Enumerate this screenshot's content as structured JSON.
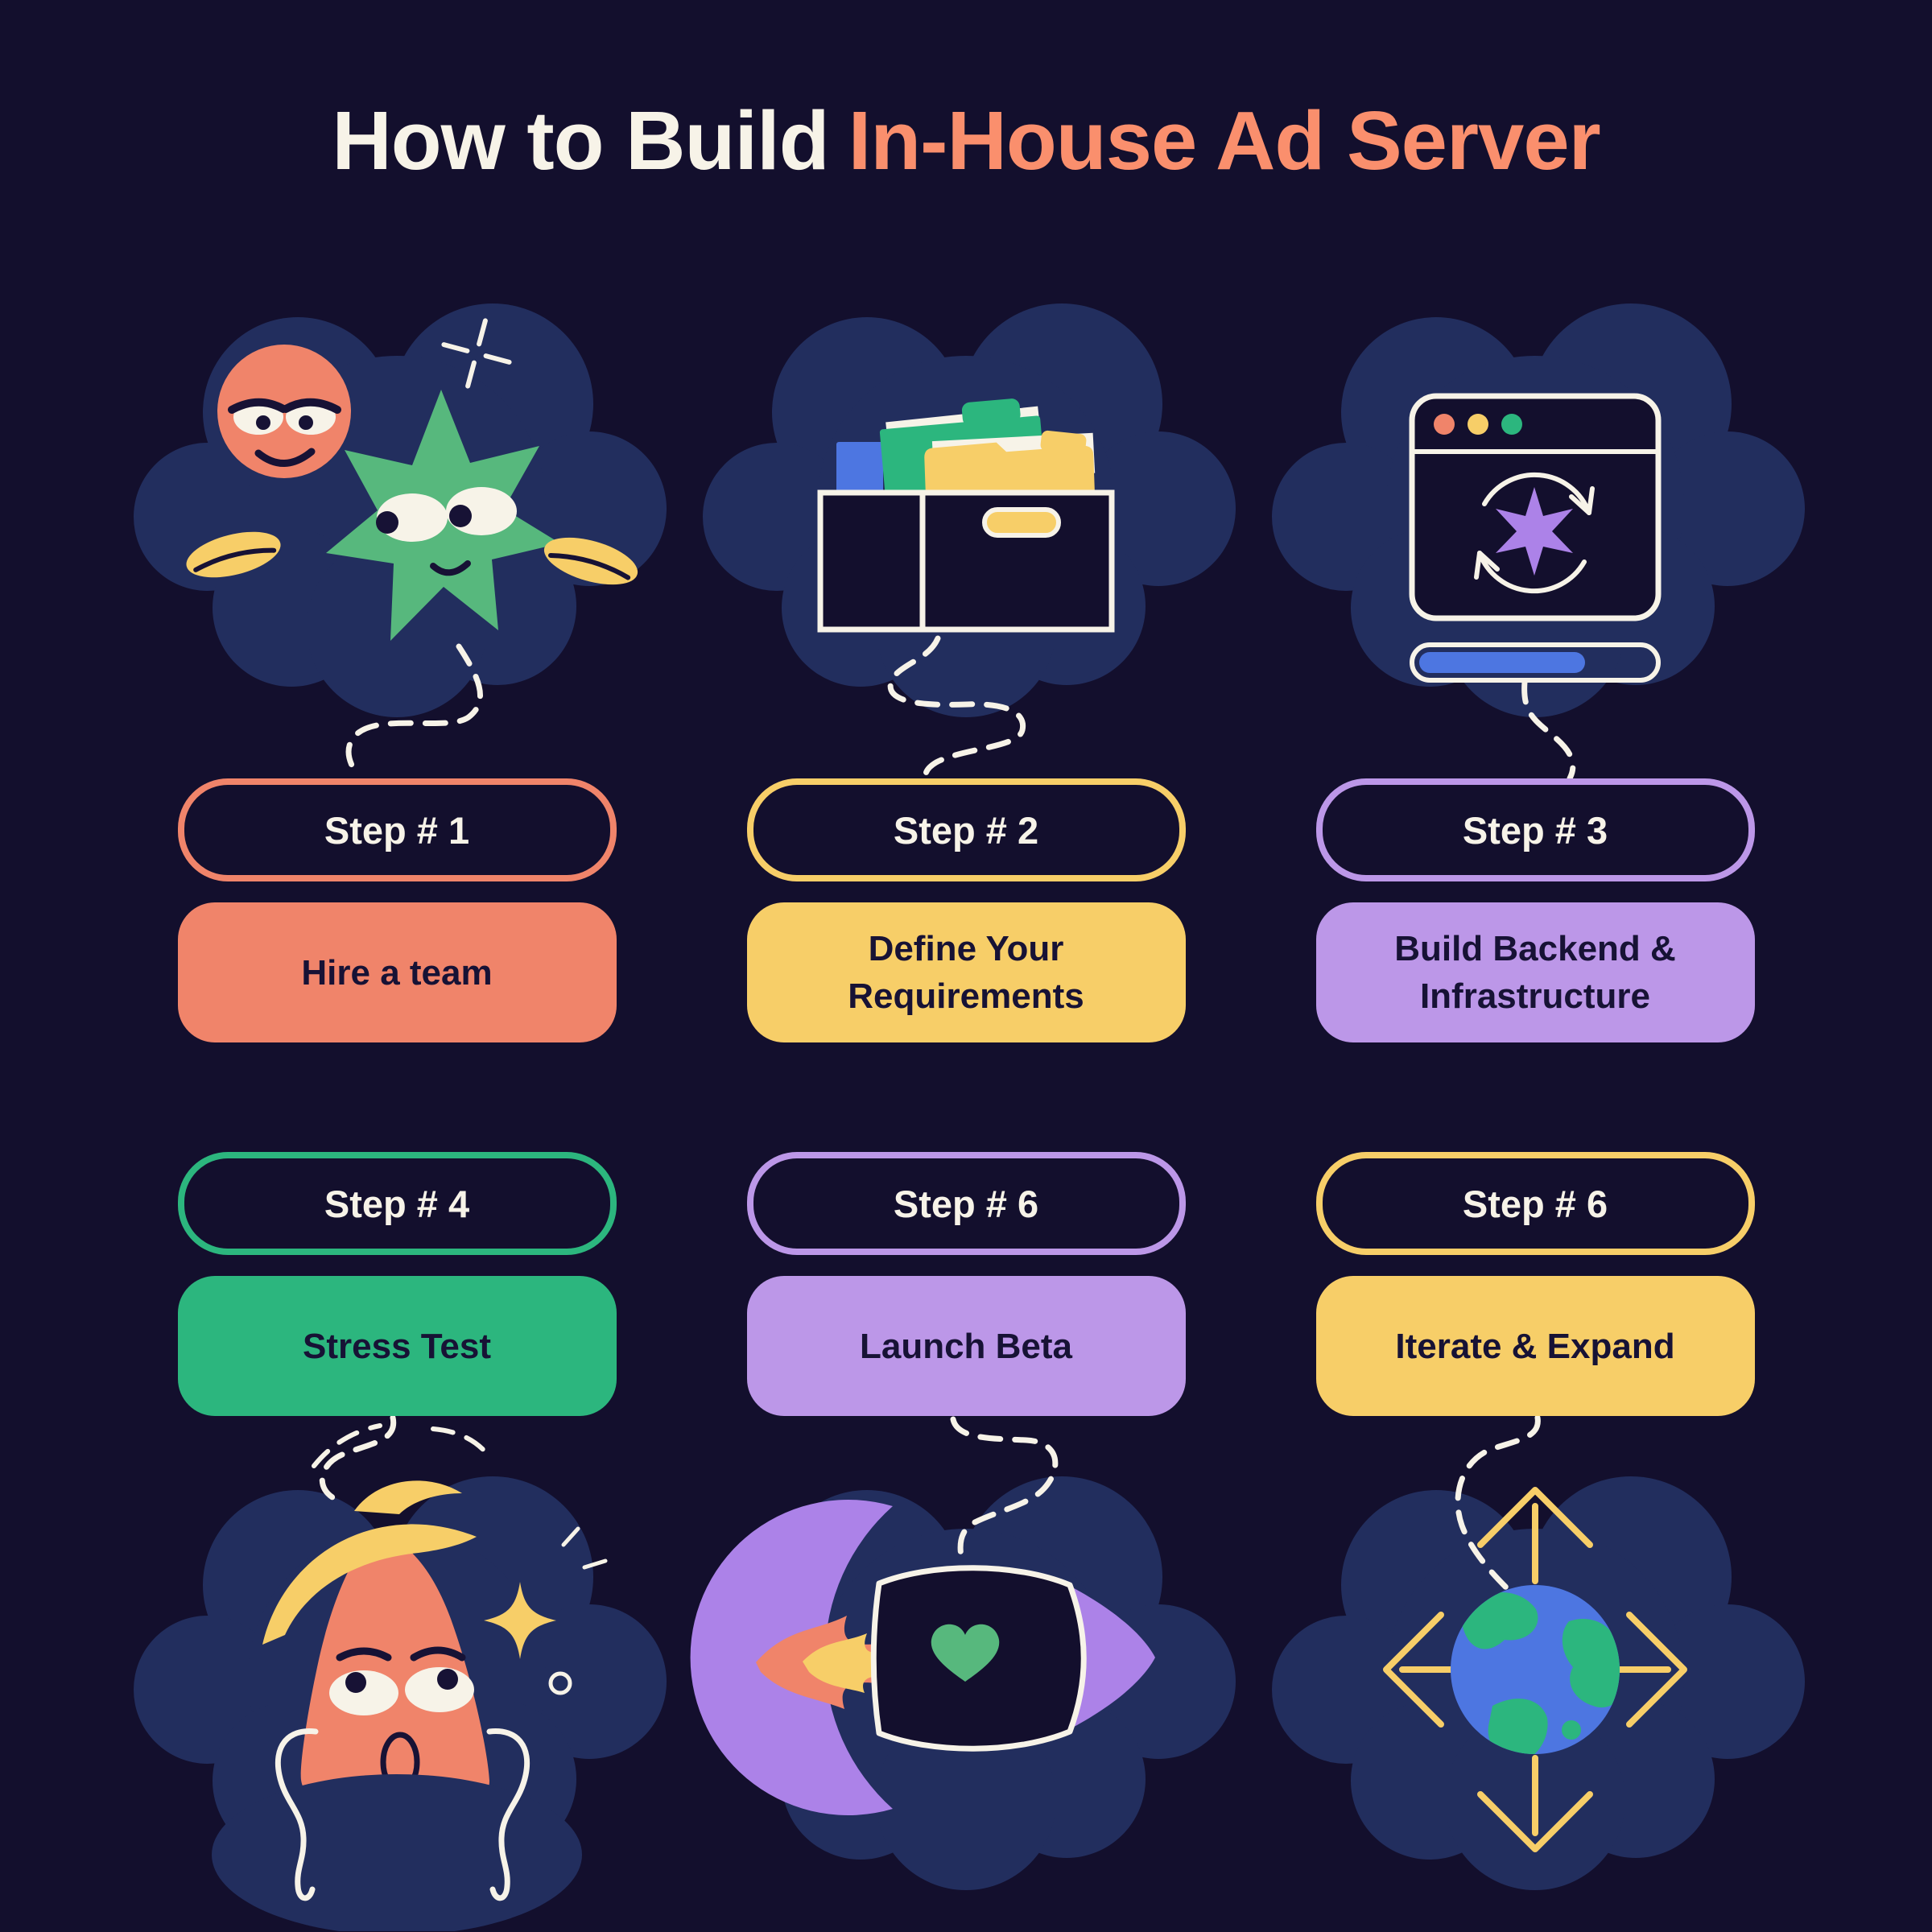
{
  "title": {
    "prefix": "How to Build",
    "highlight": "In-House Ad Server"
  },
  "steps": [
    {
      "step_label": "Step # 1",
      "title": "Hire a team",
      "accent": "#F0846A",
      "illustration": "smiley-and-star-characters"
    },
    {
      "step_label": "Step # 2",
      "title": "Define Your Requirements",
      "accent": "#F7CE68",
      "illustration": "box-of-folders"
    },
    {
      "step_label": "Step # 3",
      "title": "Build Backend & Infrastructure",
      "accent": "#BC97E8",
      "illustration": "browser-sync-progress"
    },
    {
      "step_label": "Step # 4",
      "title": "Stress Test",
      "accent": "#2CB67E",
      "illustration": "stressed-character"
    },
    {
      "step_label": "Step # 6",
      "title": "Launch Beta",
      "accent": "#BC97E8",
      "illustration": "rocket"
    },
    {
      "step_label": "Step # 6",
      "title": "Iterate & Expand",
      "accent": "#F7CE68",
      "illustration": "globe-with-expand-arrows"
    }
  ],
  "colors": {
    "background": "#130F2D",
    "cloud": "#222E5E",
    "cream": "#F7F3E8",
    "dark_text": "#171235",
    "coral": "#F0846A",
    "yellow": "#F7CE68",
    "purple": "#BC97E8",
    "green": "#2CB67E",
    "blue": "#4D76E1",
    "title_highlight": "#FA8F6D",
    "star_green": "#57B87D",
    "vivid_purple": "#AC82E8"
  }
}
